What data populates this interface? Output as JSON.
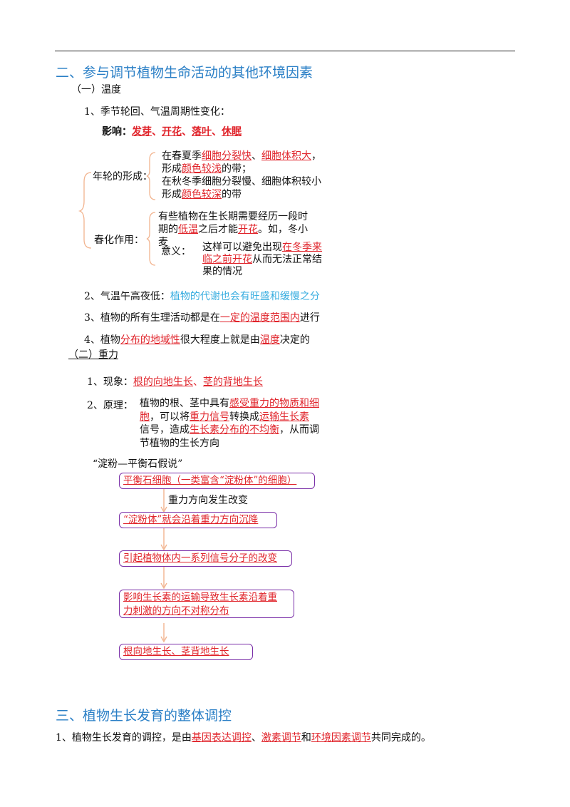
{
  "sec2": {
    "title": "二、参与调节植物生命活动的其他环境因素",
    "temp": {
      "heading": "（一）温度",
      "p1": "1、季节轮回、气温周期性变化：",
      "impact_label": "影响：",
      "impact_items": [
        "发芽",
        "开花",
        "落叶",
        "休眠"
      ],
      "sep": "、",
      "ring_label": "年轮的形成：",
      "ring": {
        "l1a": "在春夏季",
        "l1b": "细胞分裂快",
        "l1c": "、",
        "l1d": "细胞体积大",
        "l1e": "，",
        "l2a": "形成",
        "l2b": "颜色较浅",
        "l2c": "的带；",
        "l3": "在秋冬季细胞分裂慢、细胞体积较小",
        "l4a": "形成",
        "l4b": "颜色较深",
        "l4c": "的带"
      },
      "vern_label": "春化作用：",
      "vern": {
        "l1": "有些植物在生长期需要经历一段时",
        "l2a": "期的",
        "l2b": "低温",
        "l2c": "之后才能",
        "l2d": "开花",
        "l2e": "。如，冬小",
        "l3": "麦",
        "meaning_label": "意义：",
        "m1a": "这样可以避免出现",
        "m1b": "在冬季来",
        "m2a": "临之前开花",
        "m2b": "从而无法正常结",
        "m3": "果的情况"
      },
      "p2a": "2、气温午高夜低：",
      "p2b": "植物的代谢也会有旺盛和缓慢之分",
      "p3a": "3、植物的所有生理活动都是在",
      "p3b": "一定的温度范围内",
      "p3c": "进行",
      "p4a": "4、植物",
      "p4b": "分布的地域性",
      "p4c": "很大程度上就是由",
      "p4d": "温度",
      "p4e": "决定的"
    },
    "gravity": {
      "heading": "（二）重力",
      "phen_label": "1、现象：",
      "phen_a": "根的向地生长",
      "phen_sep": "、",
      "phen_b": "茎的背地生长",
      "prin_label": "2、原理：",
      "prin": {
        "l1a": "植物的根、茎中具有",
        "l1b": "感受重力的物质和细",
        "l2a": "胞",
        "l2b": "，可以将",
        "l2c": "重力信号",
        "l2d": "转换成",
        "l2e": "运输生长素",
        "l3a": "信号，造成",
        "l3b": "生长素分布的不均衡",
        "l3c": "，从而调",
        "l4": "节植物的生长方向"
      },
      "hypo_title": "“淀粉—平衡石假说”",
      "flow": [
        "平衡石细胞（一类富含“淀粉体”的细胞）",
        "“淀粉体”就会沿着重力方向沉降",
        "引起植物体内一系列信号分子的改变",
        "影响生长素的运输导致生长素沿着重",
        "力刺激的方向不对称分布",
        "根向地生长、茎背地生长"
      ],
      "flow_note": "重力方向发生改变"
    }
  },
  "sec3": {
    "title": "三、植物生长发育的整体调控",
    "p1a": "1、植物生长发育的调控，是由",
    "p1b": "基因表达调控",
    "p1c": "、",
    "p1d": "激素调节",
    "p1e": "和",
    "p1f": "环境因素调节",
    "p1g": "共同完成的。"
  },
  "colors": {
    "heading": "#2a7fc6",
    "emphasis": "#e0242b",
    "note": "#3aaee0",
    "box_border": "#7a2fa8",
    "arrow": "#f2b48f"
  }
}
